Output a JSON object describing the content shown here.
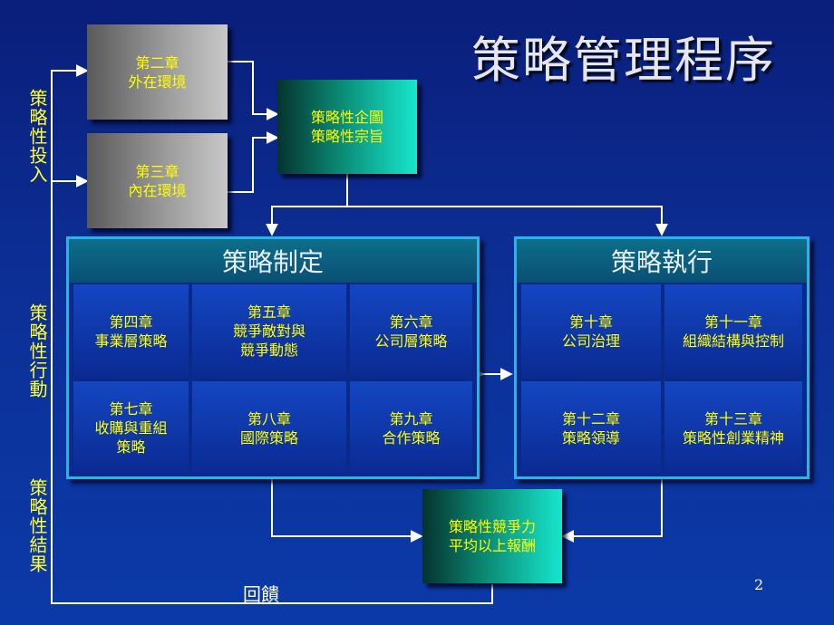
{
  "title": "策略管理程序",
  "side_labels": {
    "input": "策略性投入",
    "action": "策略性行動",
    "result": "策略性結果"
  },
  "boxes": {
    "ch2": [
      "第二章",
      "外在環境"
    ],
    "ch3": [
      "第三章",
      "內在環境"
    ],
    "intent": [
      "策略性企圖",
      "策略性宗旨"
    ],
    "outcome": [
      "策略性競爭力",
      "平均以上報酬"
    ]
  },
  "formulation": {
    "header": "策略制定",
    "cells": [
      [
        "第四章",
        "事業層策略"
      ],
      [
        "第五章",
        "競爭敵對與",
        "競爭動態"
      ],
      [
        "第六章",
        "公司層策略"
      ],
      [
        "第七章",
        "收購與重組",
        "策略"
      ],
      [
        "第八章",
        "國際策略"
      ],
      [
        "第九章",
        "合作策略"
      ]
    ]
  },
  "implementation": {
    "header": "策略執行",
    "cells": [
      [
        "第十章",
        "公司治理"
      ],
      [
        "第十一章",
        "組織結構與控制"
      ],
      [
        "第十二章",
        "策略領導"
      ],
      [
        "第十三章",
        "策略性創業精神"
      ]
    ]
  },
  "feedback_label": "回饋",
  "page_number": "2",
  "colors": {
    "background": "#0b2f96",
    "accent_text": "#ffff00",
    "panel_border": "#28b4e8"
  }
}
